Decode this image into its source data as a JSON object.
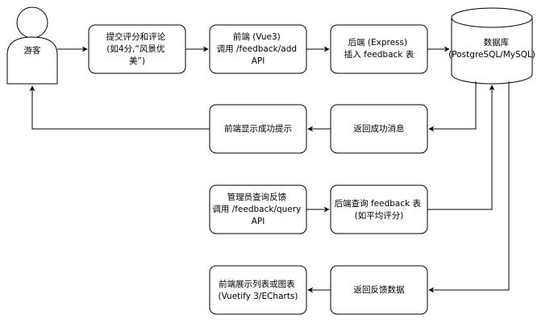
{
  "actor": {
    "label": "游客"
  },
  "database": {
    "lines": [
      "数据库",
      "(PostgreSQL/MySQL)"
    ]
  },
  "nodes": {
    "submit_review": {
      "lines": [
        "提交评分和评论",
        "(如4分,“风景优",
        "美”)"
      ]
    },
    "frontend_call_add": {
      "lines": [
        "前端 (Vue3)",
        "调用 /feedback/add",
        "API"
      ]
    },
    "backend_insert": {
      "lines": [
        "后端 (Express)",
        "插入 feedback 表"
      ]
    },
    "frontend_success": {
      "lines": [
        "前端显示成功提示"
      ]
    },
    "return_success": {
      "lines": [
        "返回成功消息"
      ]
    },
    "admin_query": {
      "lines": [
        "管理员查询反馈",
        "调用 /feedback/query",
        "API"
      ]
    },
    "backend_query": {
      "lines": [
        "后端查询 feedback 表",
        "(如平均评分)"
      ]
    },
    "frontend_display": {
      "lines": [
        "前端展示列表或图表",
        "(Vuetify 3/ECharts)"
      ]
    },
    "return_feedback": {
      "lines": [
        "返回反馈数据"
      ]
    }
  },
  "colors": {
    "stroke": "#000000",
    "fill": "#ffffff",
    "text": "#000000"
  }
}
